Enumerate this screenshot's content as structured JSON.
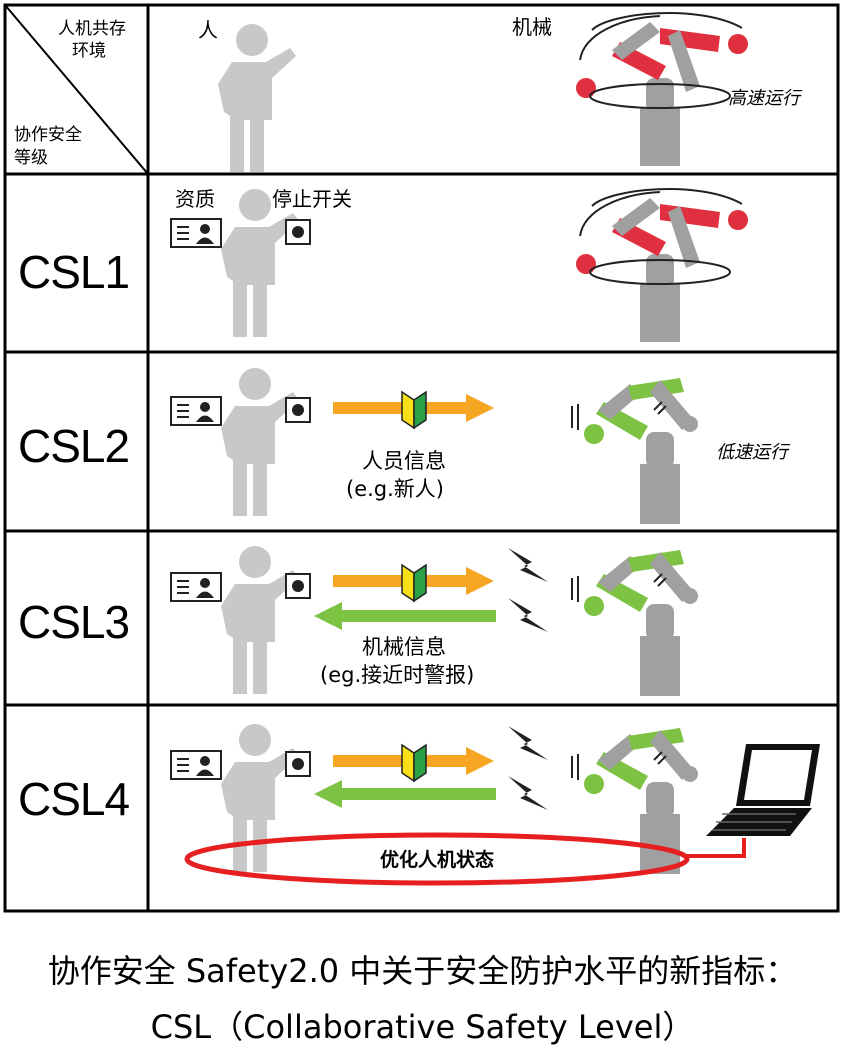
{
  "header": {
    "env_label_line1": "人机共存",
    "env_label_line2": "环境",
    "level_label_line1": "协作安全",
    "level_label_line2": "等级",
    "human_label": "人",
    "machine_label": "机械",
    "high_speed_label": "高速运行"
  },
  "rows": [
    {
      "level": "CSL1",
      "qualification_label": "资质",
      "stop_switch_label": "停止开关"
    },
    {
      "level": "CSL2",
      "info_line1": "人员信息",
      "info_line2": "(e.g.新人)",
      "speed_label": "低速运行"
    },
    {
      "level": "CSL3",
      "info_line1": "机械信息",
      "info_line2": "(eg.接近时警报)"
    },
    {
      "level": "CSL4",
      "loop_label": "优化人机状态"
    }
  ],
  "caption": {
    "line1": "协作安全 Safety2.0 中关于安全防护水平的新指标：",
    "line2": "CSL（Collaborative Safety Level）"
  },
  "colors": {
    "robot_red": "#e0303f",
    "robot_green": "#7dc242",
    "robot_gray": "#a0a0a0",
    "person_gray": "#c8c8c8",
    "arrow_orange": "#f6a623",
    "arrow_green": "#7dc242",
    "ellipse_red": "#e62020"
  }
}
